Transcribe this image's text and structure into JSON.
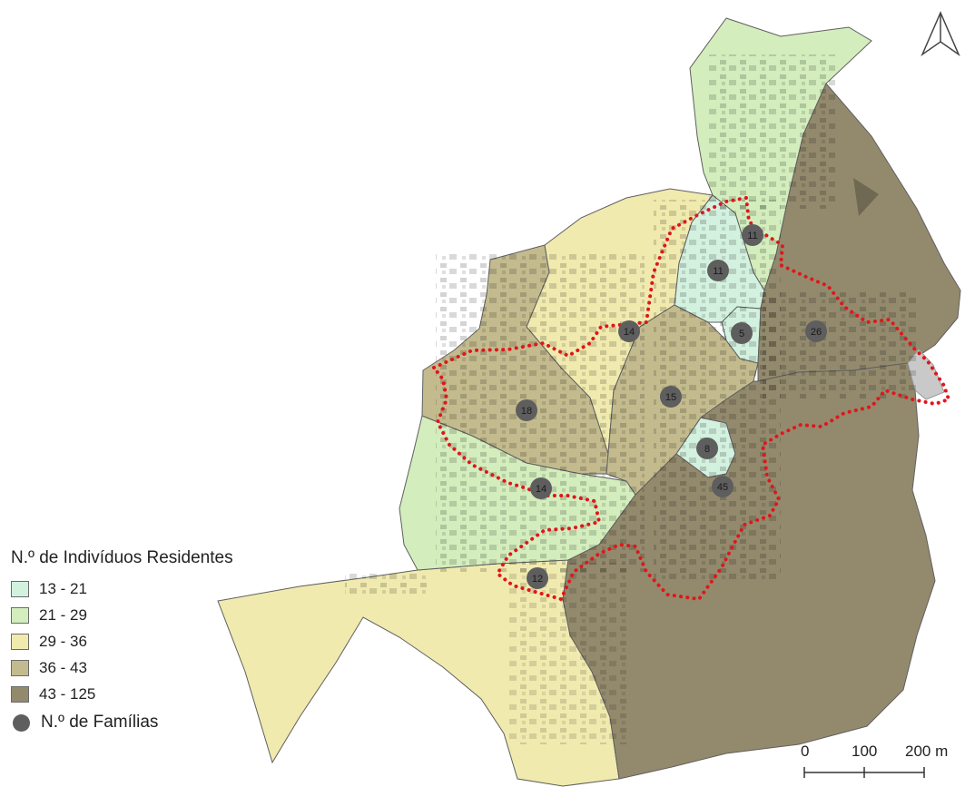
{
  "legend": {
    "title": "N.º de Indivíduos Residentes",
    "classes": [
      {
        "label": "13 - 21",
        "color": "#d3f1df"
      },
      {
        "label": "21 - 29",
        "color": "#d3edbd"
      },
      {
        "label": "29 - 36",
        "color": "#f0eaae"
      },
      {
        "label": "36 - 43",
        "color": "#c3bb8e"
      },
      {
        "label": "43 - 125",
        "color": "#938a6d"
      }
    ],
    "families_label": "N.º de Famílias"
  },
  "scale_bar": {
    "labels": [
      "0",
      "100",
      "200 m"
    ]
  },
  "north_arrow": {
    "icon": "north-arrow-icon"
  },
  "study_area": {
    "outline_color": "#e0161b"
  },
  "family_counts": [
    "11",
    "11",
    "5",
    "26",
    "14",
    "15",
    "18",
    "8",
    "45",
    "14",
    "12"
  ]
}
